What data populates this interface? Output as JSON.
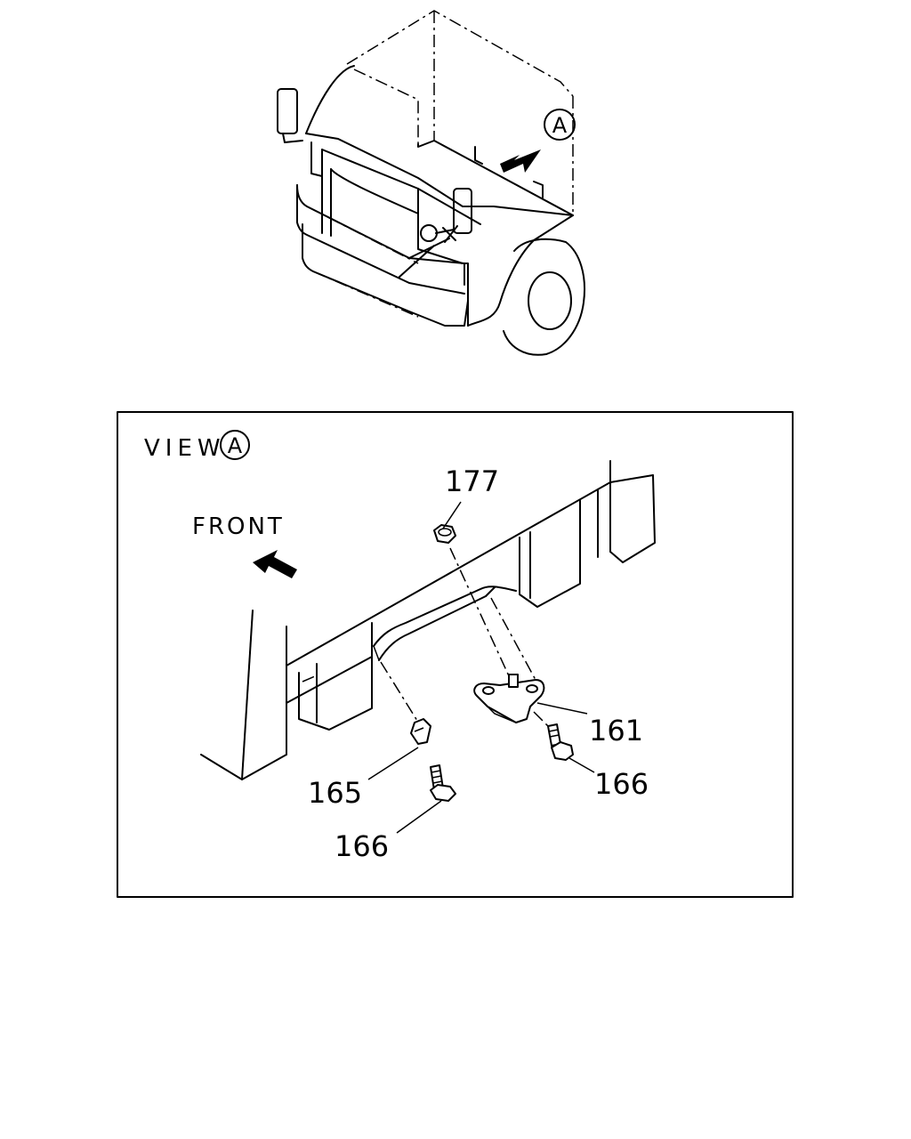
{
  "figure": {
    "callout_top": "A",
    "view_word": "VIEW",
    "view_letter": "A",
    "front_label": "FRONT",
    "parts": [
      {
        "id": "p177",
        "label": "177"
      },
      {
        "id": "p161",
        "label": "161"
      },
      {
        "id": "p165",
        "label": "165"
      },
      {
        "id": "p166a",
        "label": "166"
      },
      {
        "id": "p166b",
        "label": "166"
      }
    ]
  }
}
